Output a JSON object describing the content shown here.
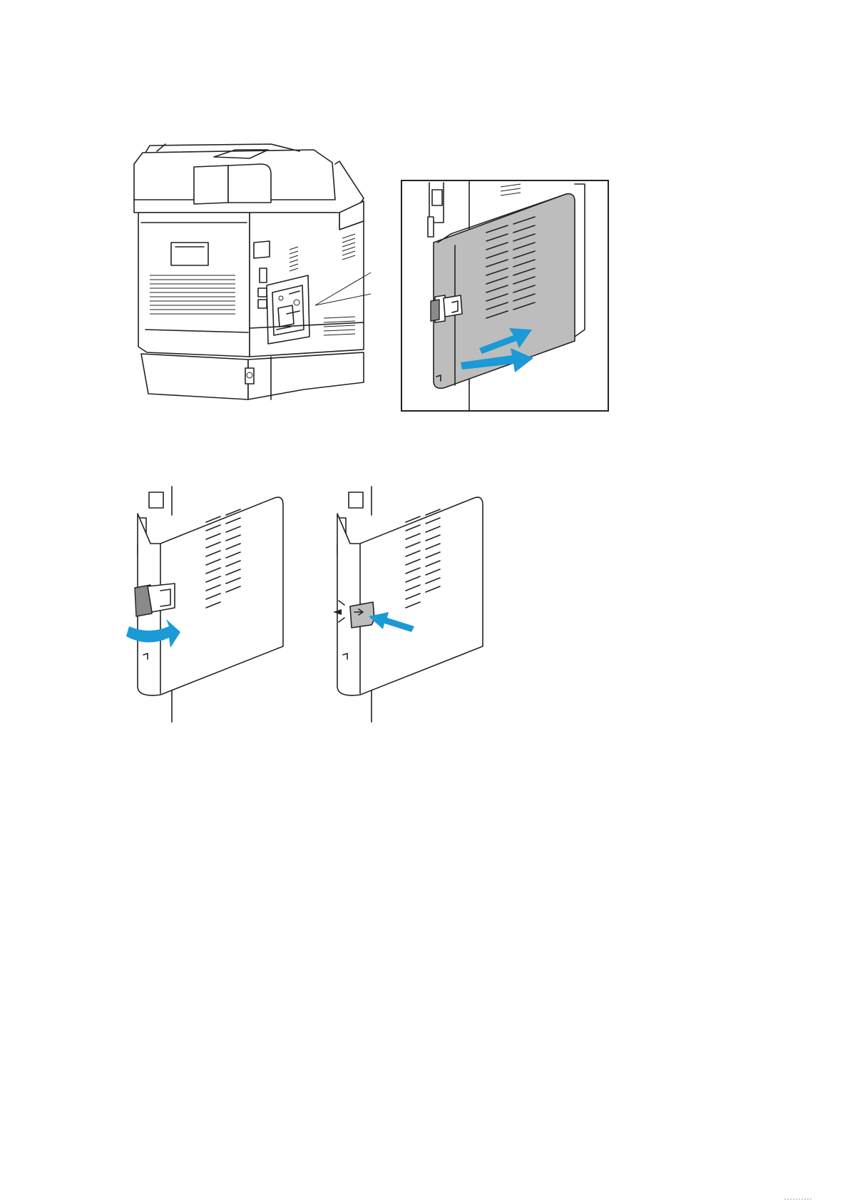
{
  "colors": {
    "accent": "#1a9ad6",
    "cover": "#bdbdbd",
    "line": "#222222",
    "background": "#ffffff"
  },
  "figures": [
    {
      "name": "printer-rear-view",
      "icon": "printer-rear-icon"
    },
    {
      "name": "cover-install-detail",
      "icon": "cover-slide-in-arrow-icon"
    },
    {
      "name": "cover-latch-rotate",
      "icon": "curved-arrow-icon"
    },
    {
      "name": "cover-latch-press",
      "icon": "push-arrow-icon"
    }
  ]
}
